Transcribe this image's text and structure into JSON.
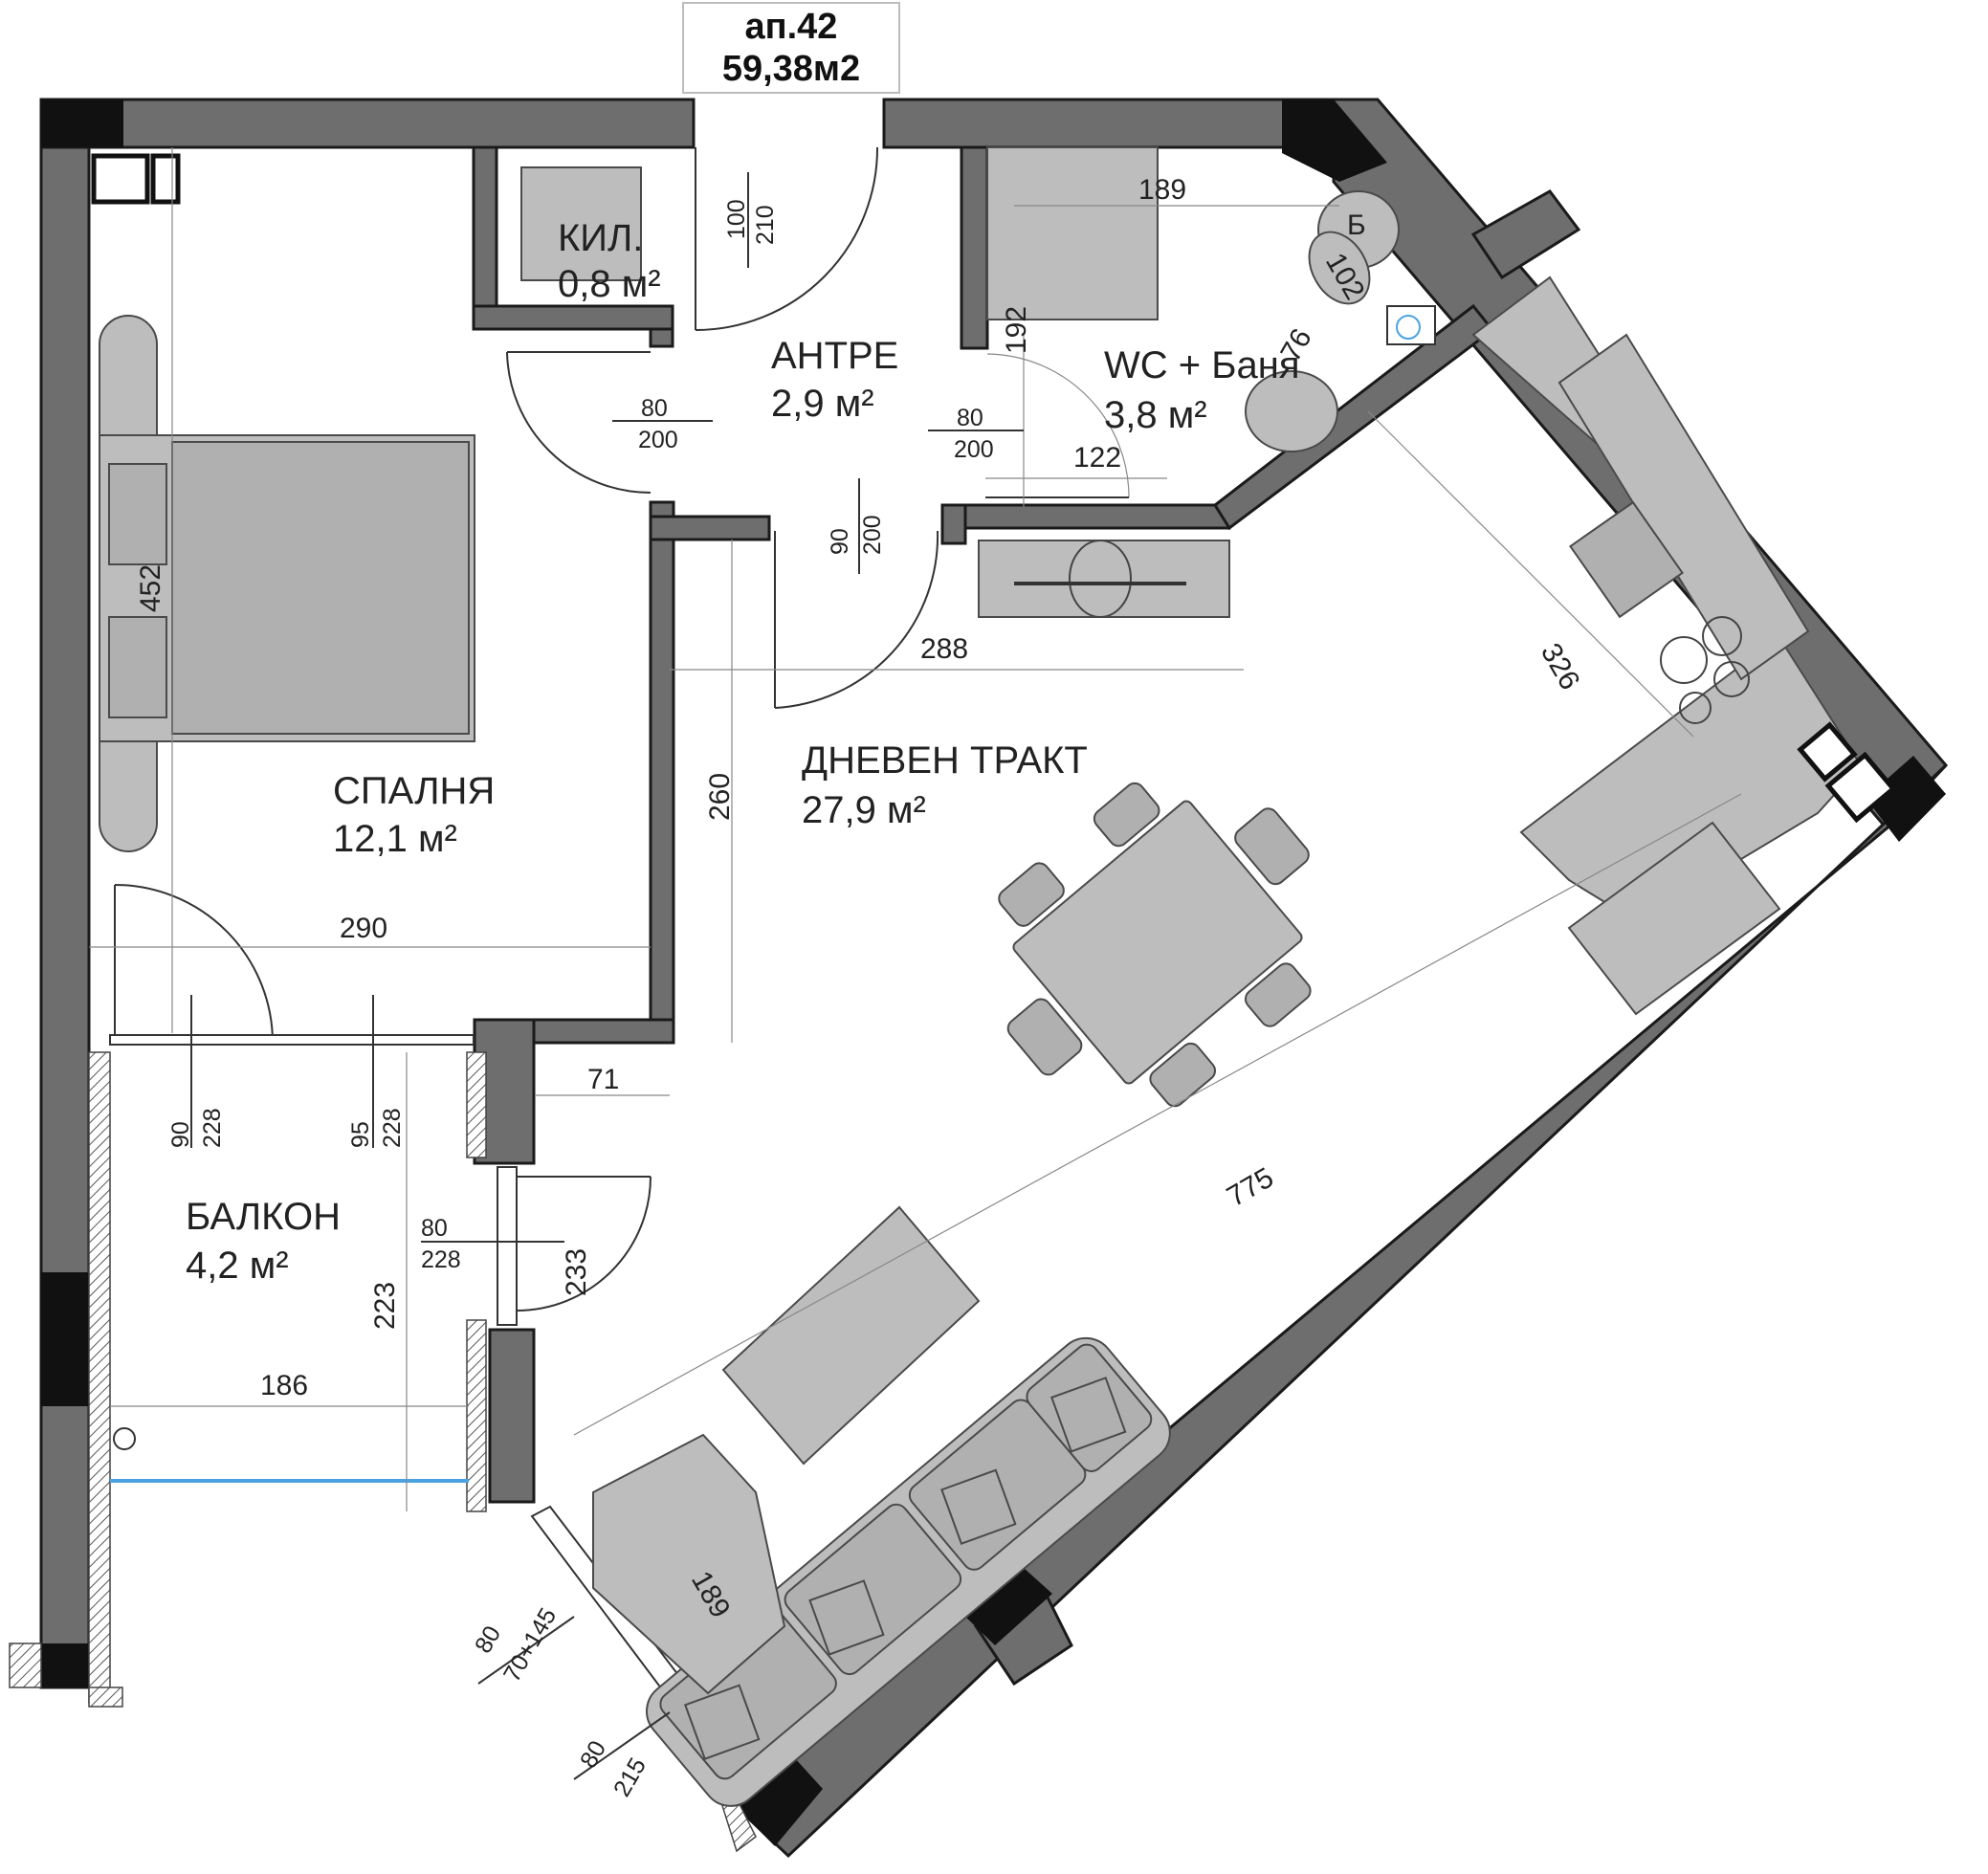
{
  "apartment": {
    "number": "ап.42",
    "area": "59,38м2"
  },
  "rooms": {
    "kiler": {
      "name": "КИЛ.",
      "area": "0,8 м²"
    },
    "antre": {
      "name": "АНТРЕ",
      "area": "2,9 м²"
    },
    "wc": {
      "name": "WC + Баня",
      "area": "3,8 м²"
    },
    "spalnya": {
      "name": "СПАЛНЯ",
      "area": "12,1 м²"
    },
    "dneven": {
      "name": "ДНЕВЕН ТРАКТ",
      "area": "27,9 м²"
    },
    "balkon": {
      "name": "БАЛКОН",
      "area": "4,2 м²"
    }
  },
  "labels": {
    "boiler": "Б"
  },
  "dimensions": {
    "d189_top": "189",
    "d192": "192",
    "d122": "122",
    "d102": "102",
    "d76": "76",
    "d452": "452",
    "d288": "288",
    "d326": "326",
    "d260": "260",
    "d290": "290",
    "d71": "71",
    "d775": "775",
    "d223": "223",
    "d233": "233",
    "d186": "186",
    "d189_sofa": "189"
  },
  "openings": {
    "entry_door": {
      "w": "100",
      "h": "210"
    },
    "antre_left_door": {
      "w": "80",
      "h": "200"
    },
    "wc_door": {
      "w": "80",
      "h": "200"
    },
    "living_door": {
      "w": "90",
      "h": "200"
    },
    "bedroom_balcony_left": {
      "w": "90",
      "h": "228"
    },
    "bedroom_balcony_right": {
      "w": "95",
      "h": "228"
    },
    "balcony_door": {
      "w": "80",
      "h": "228"
    },
    "terrace_door": {
      "w": "80",
      "h": "70+145"
    },
    "terrace_window": {
      "w": "80",
      "h": "215"
    }
  }
}
